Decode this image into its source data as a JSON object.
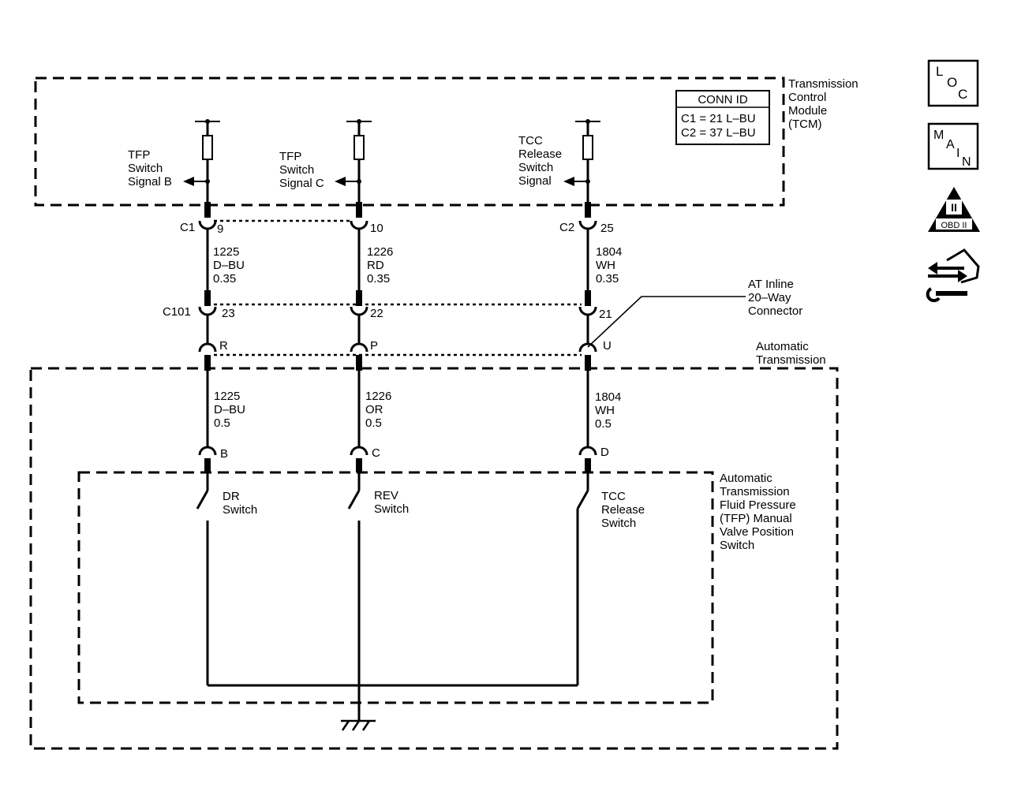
{
  "modules": {
    "tcm": {
      "name_lines": [
        "Transmission",
        "Control",
        "Module",
        "(TCM)"
      ]
    },
    "conn_id": {
      "title": "CONN ID",
      "c1": "C1 = 21 L–BU",
      "c2": "C2 = 37 L–BU"
    },
    "inline": {
      "name_lines": [
        "AT Inline",
        "20–Way",
        "Connector"
      ]
    },
    "trans": {
      "name_lines": [
        "Automatic",
        "Transmission"
      ]
    },
    "switch_module": {
      "name_lines": [
        "Automatic",
        "Transmission",
        "Fluid Pressure",
        "(TFP) Manual",
        "Valve Position",
        "Switch"
      ]
    }
  },
  "signals": {
    "b": [
      "TFP",
      "Switch",
      "Signal B"
    ],
    "c": [
      "TFP",
      "Switch",
      "Signal C"
    ],
    "tcc": [
      "TCC",
      "Release",
      "Switch",
      "Signal"
    ]
  },
  "connectors": {
    "c1": "C1",
    "c2": "C2",
    "c101": "C101",
    "pins_tcm": [
      "9",
      "10",
      "25"
    ],
    "pins_c101": [
      "23",
      "22",
      "21"
    ],
    "pins_inline": [
      "R",
      "P",
      "U"
    ],
    "pins_switch": [
      "B",
      "C",
      "D"
    ]
  },
  "wires_upper": [
    [
      "1225",
      "D–BU",
      "0.35"
    ],
    [
      "1226",
      "RD",
      "0.35"
    ],
    [
      "1804",
      "WH",
      "0.35"
    ]
  ],
  "wires_lower": [
    [
      "1225",
      "D–BU",
      "0.5"
    ],
    [
      "1226",
      "OR",
      "0.5"
    ],
    [
      "1804",
      "WH",
      "0.5"
    ]
  ],
  "switches": {
    "dr": [
      "DR",
      "Switch"
    ],
    "rev": [
      "REV",
      "Switch"
    ],
    "tcc": [
      "TCC",
      "Release",
      "Switch"
    ]
  },
  "side_icons": {
    "loc": [
      "L",
      "O",
      "C"
    ],
    "main": [
      "M",
      "A",
      "I",
      "N"
    ],
    "obd": {
      "numeral": "II",
      "text": "OBD II"
    },
    "nav": "arrows-wrench-icon"
  }
}
